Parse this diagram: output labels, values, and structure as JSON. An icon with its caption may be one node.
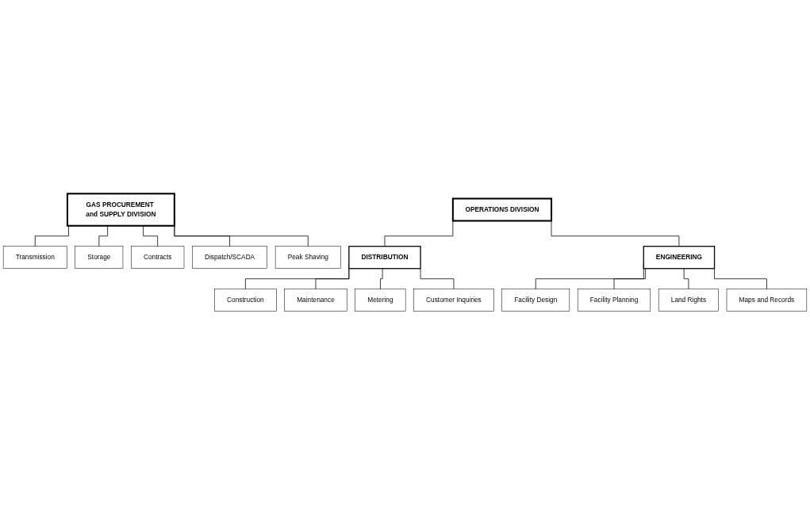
{
  "diagram": {
    "nodes": [
      {
        "text": [
          "GAS PROCUREMENT and SUPPLY DIVISION"
        ]
      },
      {
        "text": [
          "Transmission"
        ]
      },
      {
        "text": [
          "Storage"
        ]
      },
      {
        "text": [
          "Contracts"
        ]
      },
      {
        "text": [
          "Dispatch/SCADA"
        ]
      },
      {
        "text": [
          "Peak Shaving"
        ]
      },
      {
        "text": [
          "OPERATIONS DIVISION"
        ]
      },
      {
        "text": [
          "DISTRIBUTION"
        ]
      },
      {
        "text": [
          "ENGINEERING"
        ]
      },
      {
        "text": [
          "Construction"
        ]
      },
      {
        "text": [
          "Maintenance"
        ]
      },
      {
        "text": [
          "Metering"
        ]
      },
      {
        "text": [
          "Customer Inquiries"
        ]
      },
      {
        "text": [
          "Facility Design"
        ]
      },
      {
        "text": [
          "Facility Planning"
        ]
      },
      {
        "text": [
          "Land Rights"
        ]
      },
      {
        "text": [
          "Maps and Records"
        ]
      }
    ],
    "edges": [
      {
        "from": 0,
        "to": 1,
        "arrow": "none"
      },
      {
        "from": 0,
        "to": 2,
        "arrow": "none"
      },
      {
        "from": 0,
        "to": 3,
        "arrow": "none"
      },
      {
        "from": 0,
        "to": 4,
        "arrow": "none"
      },
      {
        "from": 0,
        "to": 5,
        "arrow": "none"
      },
      {
        "from": 6,
        "to": 7,
        "arrow": "none"
      },
      {
        "from": 6,
        "to": 8,
        "arrow": "none"
      },
      {
        "from": 7,
        "to": 9,
        "arrow": "none"
      },
      {
        "from": 7,
        "to": 10,
        "arrow": "none"
      },
      {
        "from": 7,
        "to": 11,
        "arrow": "none"
      },
      {
        "from": 7,
        "to": 12,
        "arrow": "none"
      },
      {
        "from": 8,
        "to": 13,
        "arrow": "none"
      },
      {
        "from": 8,
        "to": 14,
        "arrow": "none"
      },
      {
        "from": 8,
        "to": 15,
        "arrow": "none"
      },
      {
        "from": 8,
        "to": 16,
        "arrow": "none"
      }
    ]
  }
}
